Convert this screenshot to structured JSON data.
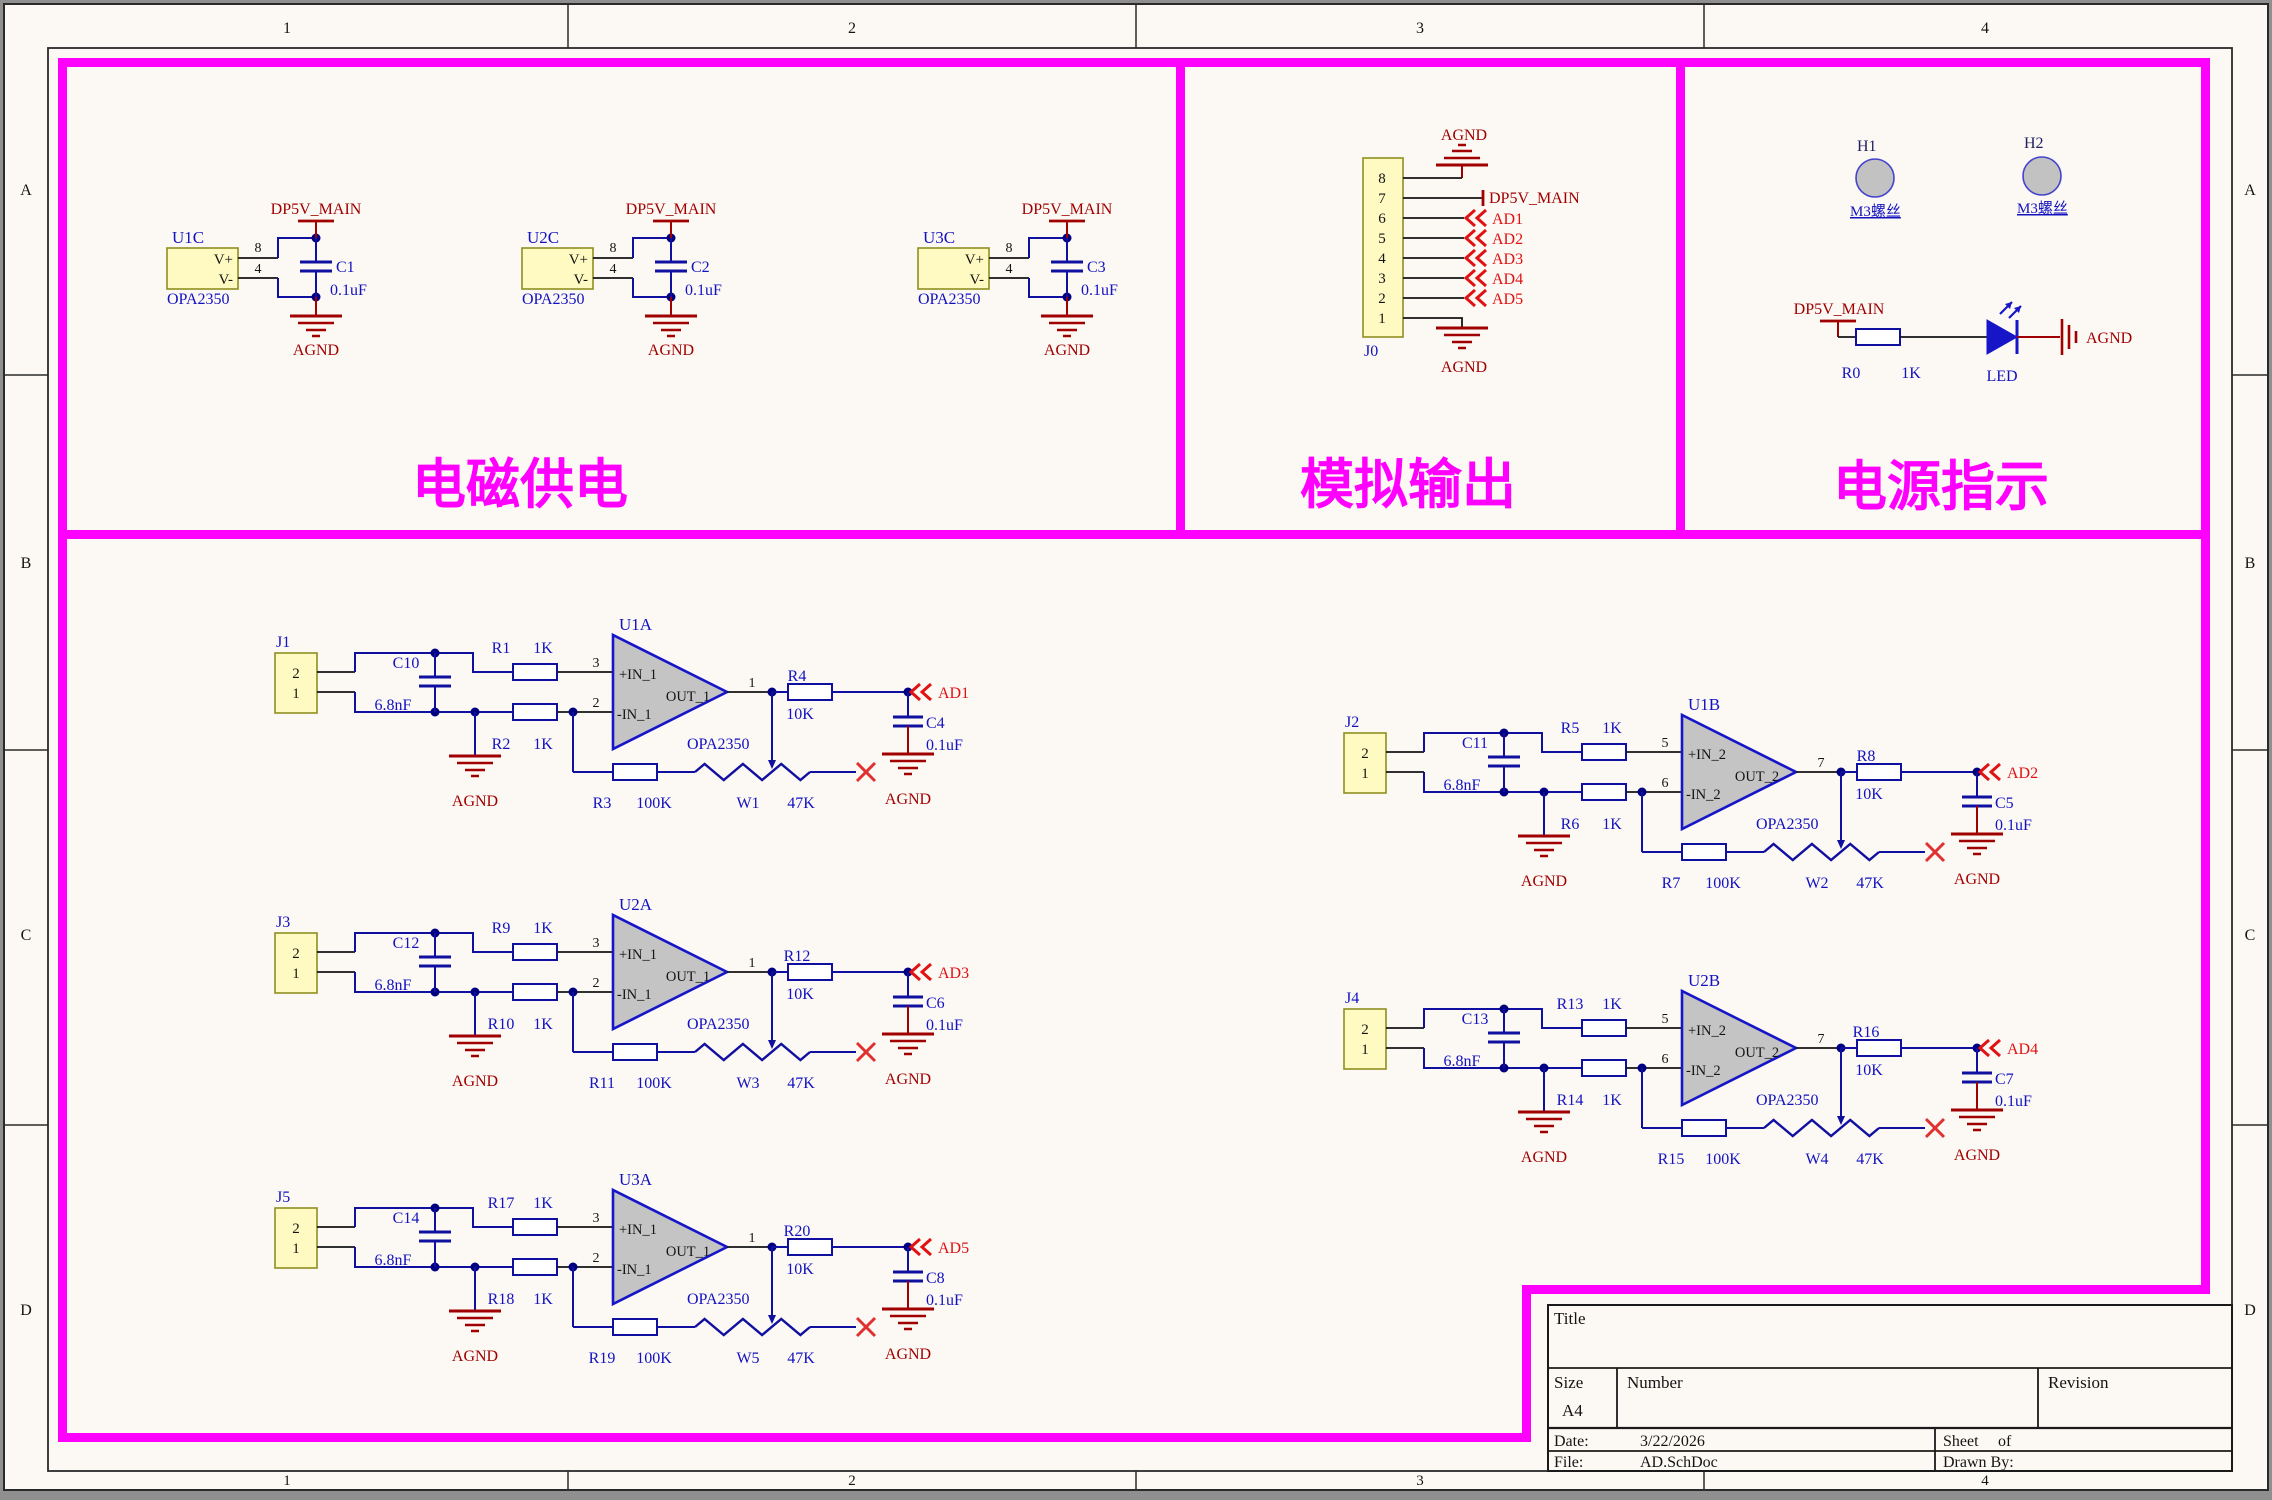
{
  "frame": {
    "cols": [
      "1",
      "2",
      "3",
      "4"
    ],
    "rows": [
      "A",
      "B",
      "C",
      "D"
    ]
  },
  "zones": {
    "z1": "电磁供电",
    "z2": "模拟输出",
    "z3": "电源指示"
  },
  "colors": {
    "zone_border": "#FF00FF",
    "wire": "#1010A0",
    "power_net": "#A00000",
    "offsheet_net": "#E01212",
    "component_text": "#1212C0",
    "part_fill": "#FFF9C2"
  },
  "dec": [
    {
      "ref": "U1C",
      "part": "OPA2350",
      "vplus": "V+",
      "vminus": "V-",
      "pin8": "8",
      "pin4": "4",
      "cap": "C1",
      "val": "0.1uF",
      "pwr": "DP5V_MAIN",
      "gnd": "AGND"
    },
    {
      "ref": "U2C",
      "part": "OPA2350",
      "vplus": "V+",
      "vminus": "V-",
      "pin8": "8",
      "pin4": "4",
      "cap": "C2",
      "val": "0.1uF",
      "pwr": "DP5V_MAIN",
      "gnd": "AGND"
    },
    {
      "ref": "U3C",
      "part": "OPA2350",
      "vplus": "V+",
      "vminus": "V-",
      "pin8": "8",
      "pin4": "4",
      "cap": "C3",
      "val": "0.1uF",
      "pwr": "DP5V_MAIN",
      "gnd": "AGND"
    }
  ],
  "conn": {
    "ref": "J0",
    "pins": [
      "8",
      "7",
      "6",
      "5",
      "4",
      "3",
      "2",
      "1"
    ],
    "pwr": "DP5V_MAIN",
    "gnd_top": "AGND",
    "gnd_bot": "AGND",
    "nets": [
      "AD1",
      "AD2",
      "AD3",
      "AD4",
      "AD5"
    ]
  },
  "ind": {
    "h1": "H1",
    "h2": "H2",
    "screw1": "M3螺丝",
    "screw2": "M3螺丝",
    "pwr": "DP5V_MAIN",
    "rref": "R0",
    "rval": "1K",
    "led": "LED",
    "gnd": "AGND"
  },
  "amp": [
    {
      "jref": "J1",
      "jp2": "2",
      "jp1": "1",
      "cin": "C10",
      "cin_val": "6.8nF",
      "rt": "R1",
      "rt_val": "1K",
      "rb": "R2",
      "rb_val": "1K",
      "pin_p": "3",
      "pin_m": "2",
      "pin_o": "1",
      "in_p": "+IN_1",
      "in_m": "-IN_1",
      "out": "OUT_1",
      "ref": "U1A",
      "part": "OPA2350",
      "rfb": "R3",
      "rfb_val": "100K",
      "pot": "W1",
      "pot_val": "47K",
      "rout": "R4",
      "rout_val": "10K",
      "cout": "C4",
      "cout_val": "0.1uF",
      "net": "AD1",
      "gnd1": "AGND",
      "gnd2": "AGND"
    },
    {
      "jref": "J3",
      "jp2": "2",
      "jp1": "1",
      "cin": "C12",
      "cin_val": "6.8nF",
      "rt": "R9",
      "rt_val": "1K",
      "rb": "R10",
      "rb_val": "1K",
      "pin_p": "3",
      "pin_m": "2",
      "pin_o": "1",
      "in_p": "+IN_1",
      "in_m": "-IN_1",
      "out": "OUT_1",
      "ref": "U2A",
      "part": "OPA2350",
      "rfb": "R11",
      "rfb_val": "100K",
      "pot": "W3",
      "pot_val": "47K",
      "rout": "R12",
      "rout_val": "10K",
      "cout": "C6",
      "cout_val": "0.1uF",
      "net": "AD3",
      "gnd1": "AGND",
      "gnd2": "AGND"
    },
    {
      "jref": "J5",
      "jp2": "2",
      "jp1": "1",
      "cin": "C14",
      "cin_val": "6.8nF",
      "rt": "R17",
      "rt_val": "1K",
      "rb": "R18",
      "rb_val": "1K",
      "pin_p": "3",
      "pin_m": "2",
      "pin_o": "1",
      "in_p": "+IN_1",
      "in_m": "-IN_1",
      "out": "OUT_1",
      "ref": "U3A",
      "part": "OPA2350",
      "rfb": "R19",
      "rfb_val": "100K",
      "pot": "W5",
      "pot_val": "47K",
      "rout": "R20",
      "rout_val": "10K",
      "cout": "C8",
      "cout_val": "0.1uF",
      "net": "AD5",
      "gnd1": "AGND",
      "gnd2": "AGND"
    },
    {
      "jref": "J2",
      "jp2": "2",
      "jp1": "1",
      "cin": "C11",
      "cin_val": "6.8nF",
      "rt": "R5",
      "rt_val": "1K",
      "rb": "R6",
      "rb_val": "1K",
      "pin_p": "5",
      "pin_m": "6",
      "pin_o": "7",
      "in_p": "+IN_2",
      "in_m": "-IN_2",
      "out": "OUT_2",
      "ref": "U1B",
      "part": "OPA2350",
      "rfb": "R7",
      "rfb_val": "100K",
      "pot": "W2",
      "pot_val": "47K",
      "rout": "R8",
      "rout_val": "10K",
      "cout": "C5",
      "cout_val": "0.1uF",
      "net": "AD2",
      "gnd1": "AGND",
      "gnd2": "AGND"
    },
    {
      "jref": "J4",
      "jp2": "2",
      "jp1": "1",
      "cin": "C13",
      "cin_val": "6.8nF",
      "rt": "R13",
      "rt_val": "1K",
      "rb": "R14",
      "rb_val": "1K",
      "pin_p": "5",
      "pin_m": "6",
      "pin_o": "7",
      "in_p": "+IN_2",
      "in_m": "-IN_2",
      "out": "OUT_2",
      "ref": "U2B",
      "part": "OPA2350",
      "rfb": "R15",
      "rfb_val": "100K",
      "pot": "W4",
      "pot_val": "47K",
      "rout": "R16",
      "rout_val": "10K",
      "cout": "C7",
      "cout_val": "0.1uF",
      "net": "AD4",
      "gnd1": "AGND",
      "gnd2": "AGND"
    }
  ],
  "tb": {
    "title_l": "Title",
    "size_l": "Size",
    "size": "A4",
    "number_l": "Number",
    "rev_l": "Revision",
    "date_l": "Date:",
    "date": "3/22/2026",
    "sheet_l": "Sheet",
    "of_l": "of",
    "file_l": "File:",
    "file": "AD.SchDoc",
    "drawn_l": "Drawn By:"
  }
}
